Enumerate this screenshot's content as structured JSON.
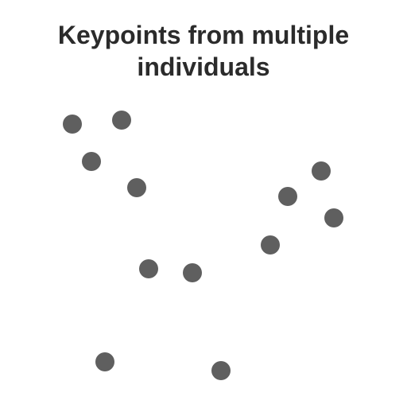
{
  "title": {
    "line1": "Keypoints from multiple",
    "line2": "individuals"
  },
  "colors": {
    "background": "#ffffff",
    "title": "#2b2b2b",
    "point": "#5f5f5f"
  },
  "keypoints": [
    {
      "id": "kp-1"
    },
    {
      "id": "kp-2"
    },
    {
      "id": "kp-3"
    },
    {
      "id": "kp-4"
    },
    {
      "id": "kp-5"
    },
    {
      "id": "kp-6"
    },
    {
      "id": "kp-7"
    },
    {
      "id": "kp-8"
    },
    {
      "id": "kp-9"
    },
    {
      "id": "kp-10"
    },
    {
      "id": "kp-11"
    },
    {
      "id": "kp-12"
    },
    {
      "id": "kp-13"
    }
  ]
}
